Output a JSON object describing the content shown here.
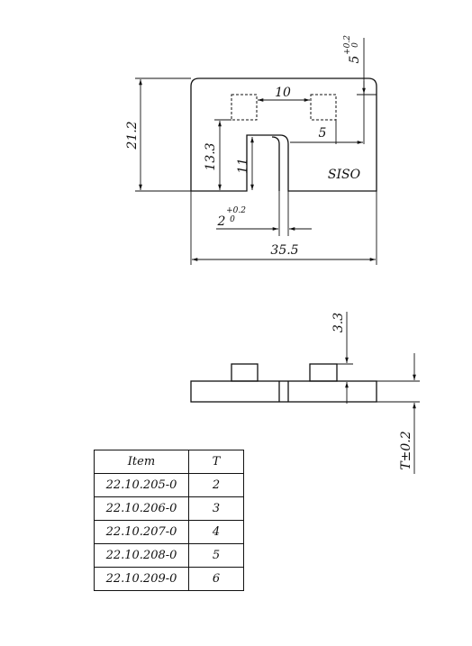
{
  "top_view": {
    "dim_top_gap": "5",
    "tol_upper": "+0.2",
    "tol_lower": "0",
    "dim_height": "21.2",
    "dim_pad_spacing": "10",
    "dim_pad_offset": "5",
    "dim_slot_height": "13.3",
    "dim_slot_depth": "11",
    "part_mark": "SISO",
    "dim_slot_width": "2",
    "dim_width": "35.5"
  },
  "side_view": {
    "dim_pad_height": "3.3",
    "dim_thickness": "T±0.2"
  },
  "table": {
    "headers": [
      "Item",
      "T"
    ],
    "rows": [
      [
        "22.10.205-0",
        "2"
      ],
      [
        "22.10.206-0",
        "3"
      ],
      [
        "22.10.207-0",
        "4"
      ],
      [
        "22.10.208-0",
        "5"
      ],
      [
        "22.10.209-0",
        "6"
      ]
    ]
  }
}
